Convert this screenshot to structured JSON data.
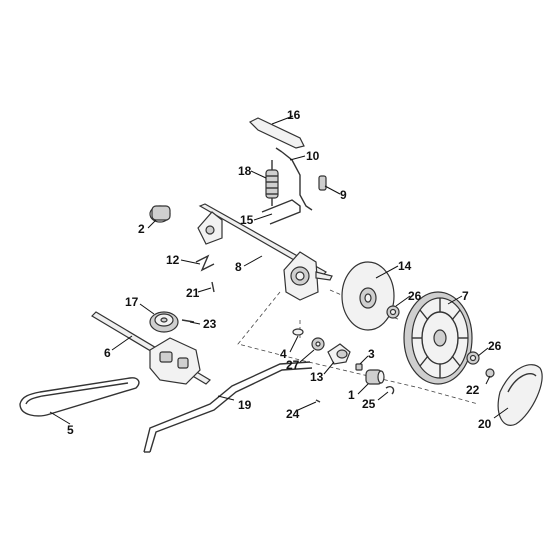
{
  "callouts": {
    "c1": "1",
    "c2": "2",
    "c3": "3",
    "c4": "4",
    "c5": "5",
    "c6": "6",
    "c7": "7",
    "c8": "8",
    "c9": "9",
    "c10": "10",
    "c12": "12",
    "c13": "13",
    "c14": "14",
    "c15": "15",
    "c16": "16",
    "c17": "17",
    "c18": "18",
    "c19": "19",
    "c20": "20",
    "c21": "21",
    "c22": "22",
    "c23": "23",
    "c24": "24",
    "c25": "25",
    "c26a": "26",
    "c26b": "26",
    "c27": "27"
  }
}
